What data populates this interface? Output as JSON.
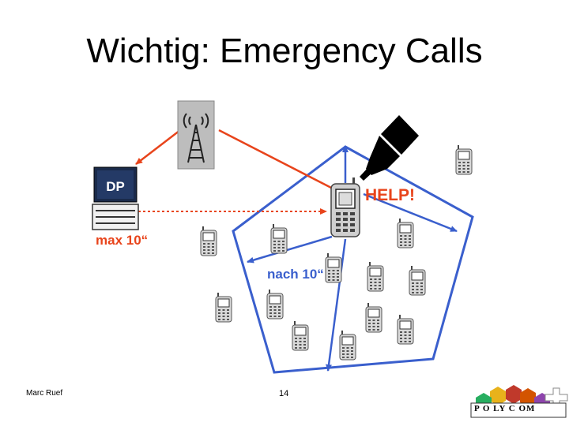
{
  "slide": {
    "title": "Wichtig: Emergency Calls",
    "footer_author": "Marc Ruef",
    "page_number": "14"
  },
  "diagram": {
    "dp_label": "DP",
    "help_label": "HELP!",
    "dp_timing_label": "max 10“",
    "network_timing_label": "nach 10“",
    "logo_text": "P O LY C OM"
  },
  "colors": {
    "network": "#3a5fcd",
    "emergency": "#e8441b",
    "dp_dark": "#1a2a4a",
    "phone_gray": "#888888"
  }
}
